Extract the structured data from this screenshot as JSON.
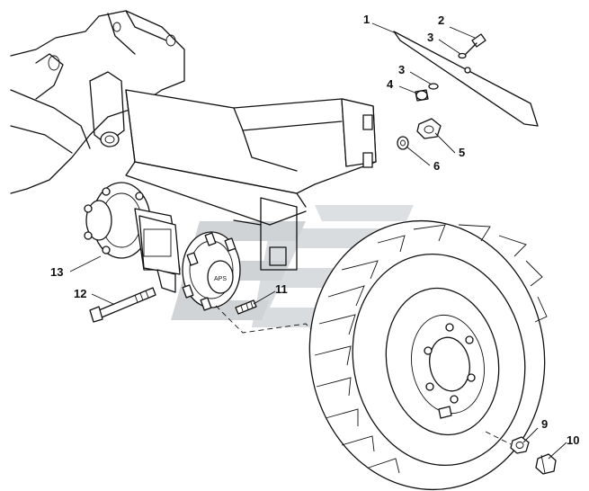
{
  "diagram": {
    "callouts": [
      {
        "id": "c1",
        "label": "1"
      },
      {
        "id": "c2",
        "label": "2"
      },
      {
        "id": "c3a",
        "label": "3"
      },
      {
        "id": "c3b",
        "label": "3"
      },
      {
        "id": "c4",
        "label": "4"
      },
      {
        "id": "c5",
        "label": "5"
      },
      {
        "id": "c6",
        "label": "6"
      },
      {
        "id": "c9",
        "label": "9"
      },
      {
        "id": "c10",
        "label": "10"
      },
      {
        "id": "c11",
        "label": "11"
      },
      {
        "id": "c12",
        "label": "12"
      },
      {
        "id": "c13",
        "label": "13"
      }
    ],
    "colors": {
      "line": "#111111",
      "background": "#ffffff",
      "watermark": "#c8cccf"
    }
  }
}
